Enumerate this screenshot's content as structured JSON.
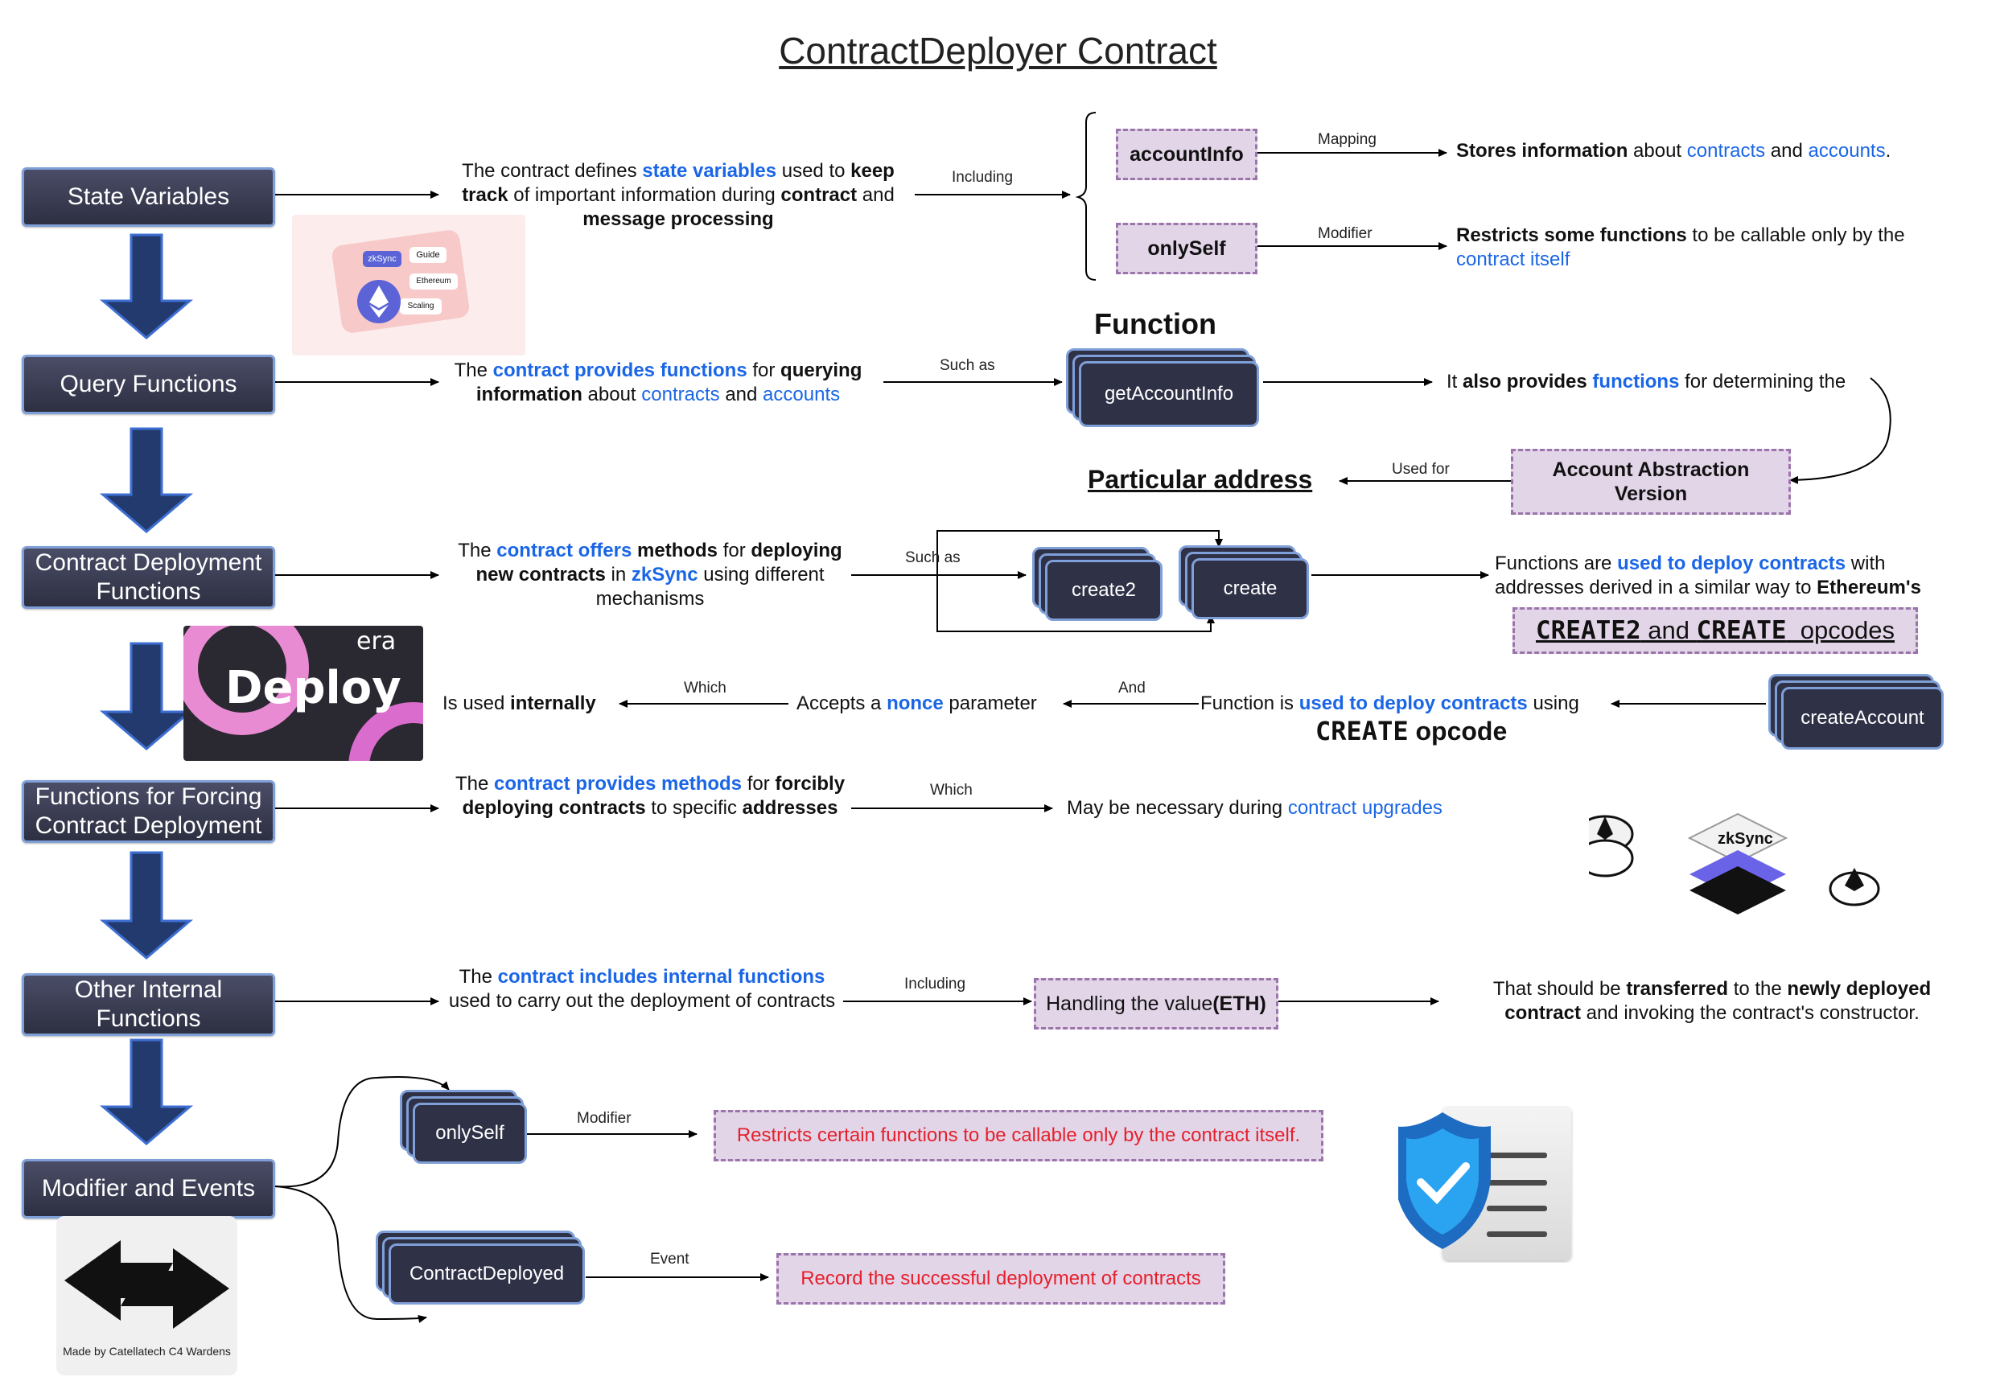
{
  "title": "ContractDeployer Contract",
  "sections": {
    "state_variables": {
      "label": "State Variables",
      "desc": [
        "The contract defines ",
        "state variables",
        " used to ",
        "keep track",
        " of important information during ",
        "contract",
        " and ",
        "message processing"
      ],
      "connector": "Including",
      "items": [
        {
          "name": "accountInfo",
          "rel": "Mapping",
          "desc": [
            "Stores information",
            " about ",
            "contracts",
            " and ",
            "accounts",
            "."
          ]
        },
        {
          "name": "onlySelf",
          "rel": "Modifier",
          "desc": [
            "Restricts some functions",
            " to be callable only by the ",
            "contract itself"
          ]
        }
      ]
    },
    "query_functions": {
      "label": "Query Functions",
      "desc": [
        "The ",
        "contract provides functions",
        " for ",
        "querying information",
        " about ",
        "contracts",
        " and ",
        "accounts"
      ],
      "connector": "Such as",
      "function_heading": "Function",
      "function_name": "getAccountInfo",
      "next": [
        "It ",
        "also provides",
        " ",
        "functions",
        " for determining the"
      ],
      "aa_box": "Account Abstraction Version",
      "used_for": "Used for",
      "particular": "Particular address"
    },
    "contract_deployment": {
      "label": "Contract Deployment Functions",
      "desc": [
        "The ",
        "contract offers",
        " ",
        "methods",
        " for ",
        "deploying new contracts",
        " in ",
        "zkSync",
        " using different mechanisms"
      ],
      "connector": "Such as",
      "create2": "create2",
      "create": "create",
      "result": [
        "Functions are ",
        "used to deploy contracts",
        " with addresses derived in a similar way to ",
        "Ethereum's"
      ],
      "opcodes": [
        "CREATE2",
        " and ",
        "CREATE",
        "  opcodes"
      ],
      "create_account": "createAccount",
      "ca_desc": [
        "Function is ",
        "used to deploy contracts",
        " using"
      ],
      "ca_opcode": [
        "CREATE",
        " opcode"
      ],
      "and": "And",
      "nonce": [
        "Accepts a ",
        "nonce",
        " parameter"
      ],
      "which": "Which",
      "internal": [
        "Is used ",
        "internally"
      ]
    },
    "forcing": {
      "label": "Functions for Forcing Contract Deployment",
      "desc": [
        "The ",
        "contract provides methods",
        " for ",
        "forcibly deploying contracts",
        " to specific ",
        "addresses"
      ],
      "connector": "Which",
      "result": [
        "May be necessary during ",
        "contract upgrades"
      ]
    },
    "other_internal": {
      "label": "Other Internal Functions",
      "desc": [
        "The ",
        "contract includes internal functions",
        " used to carry out the deployment of contracts"
      ],
      "connector": "Including",
      "box": [
        "Handling the value ",
        "(ETH)"
      ],
      "result": [
        "That should be ",
        "transferred",
        " to the ",
        "newly deployed contract",
        " and invoking the contract's constructor."
      ]
    },
    "modifier_events": {
      "label": "Modifier and Events",
      "only_self": "onlySelf",
      "modifier": "Modifier",
      "only_self_desc": "Restricts certain functions to be callable only by the contract itself.",
      "deployed": "ContractDeployed",
      "event": "Event",
      "deployed_desc": "Record the successful deployment of contracts"
    }
  },
  "images": {
    "zksync_guide": {
      "tags": [
        "zkSync",
        "Guide",
        "Ethereum",
        "Scaling"
      ]
    },
    "deploy": {
      "brand": "era",
      "word": "Deploy"
    },
    "zksync_logo": {
      "word": "zkSync"
    },
    "footer": "Made by Catellatech C4 Wardens"
  },
  "colors": {
    "accent_blue": "#1a66e6",
    "box_dark": "#2f3147",
    "box_border": "#7f9fd8",
    "purple_fill": "#e3d5e8",
    "red_text": "#e4202c"
  },
  "icons": [
    "down-arrow-icon",
    "ethereum-icon",
    "shield-check-icon",
    "swap-arrows-icon"
  ]
}
